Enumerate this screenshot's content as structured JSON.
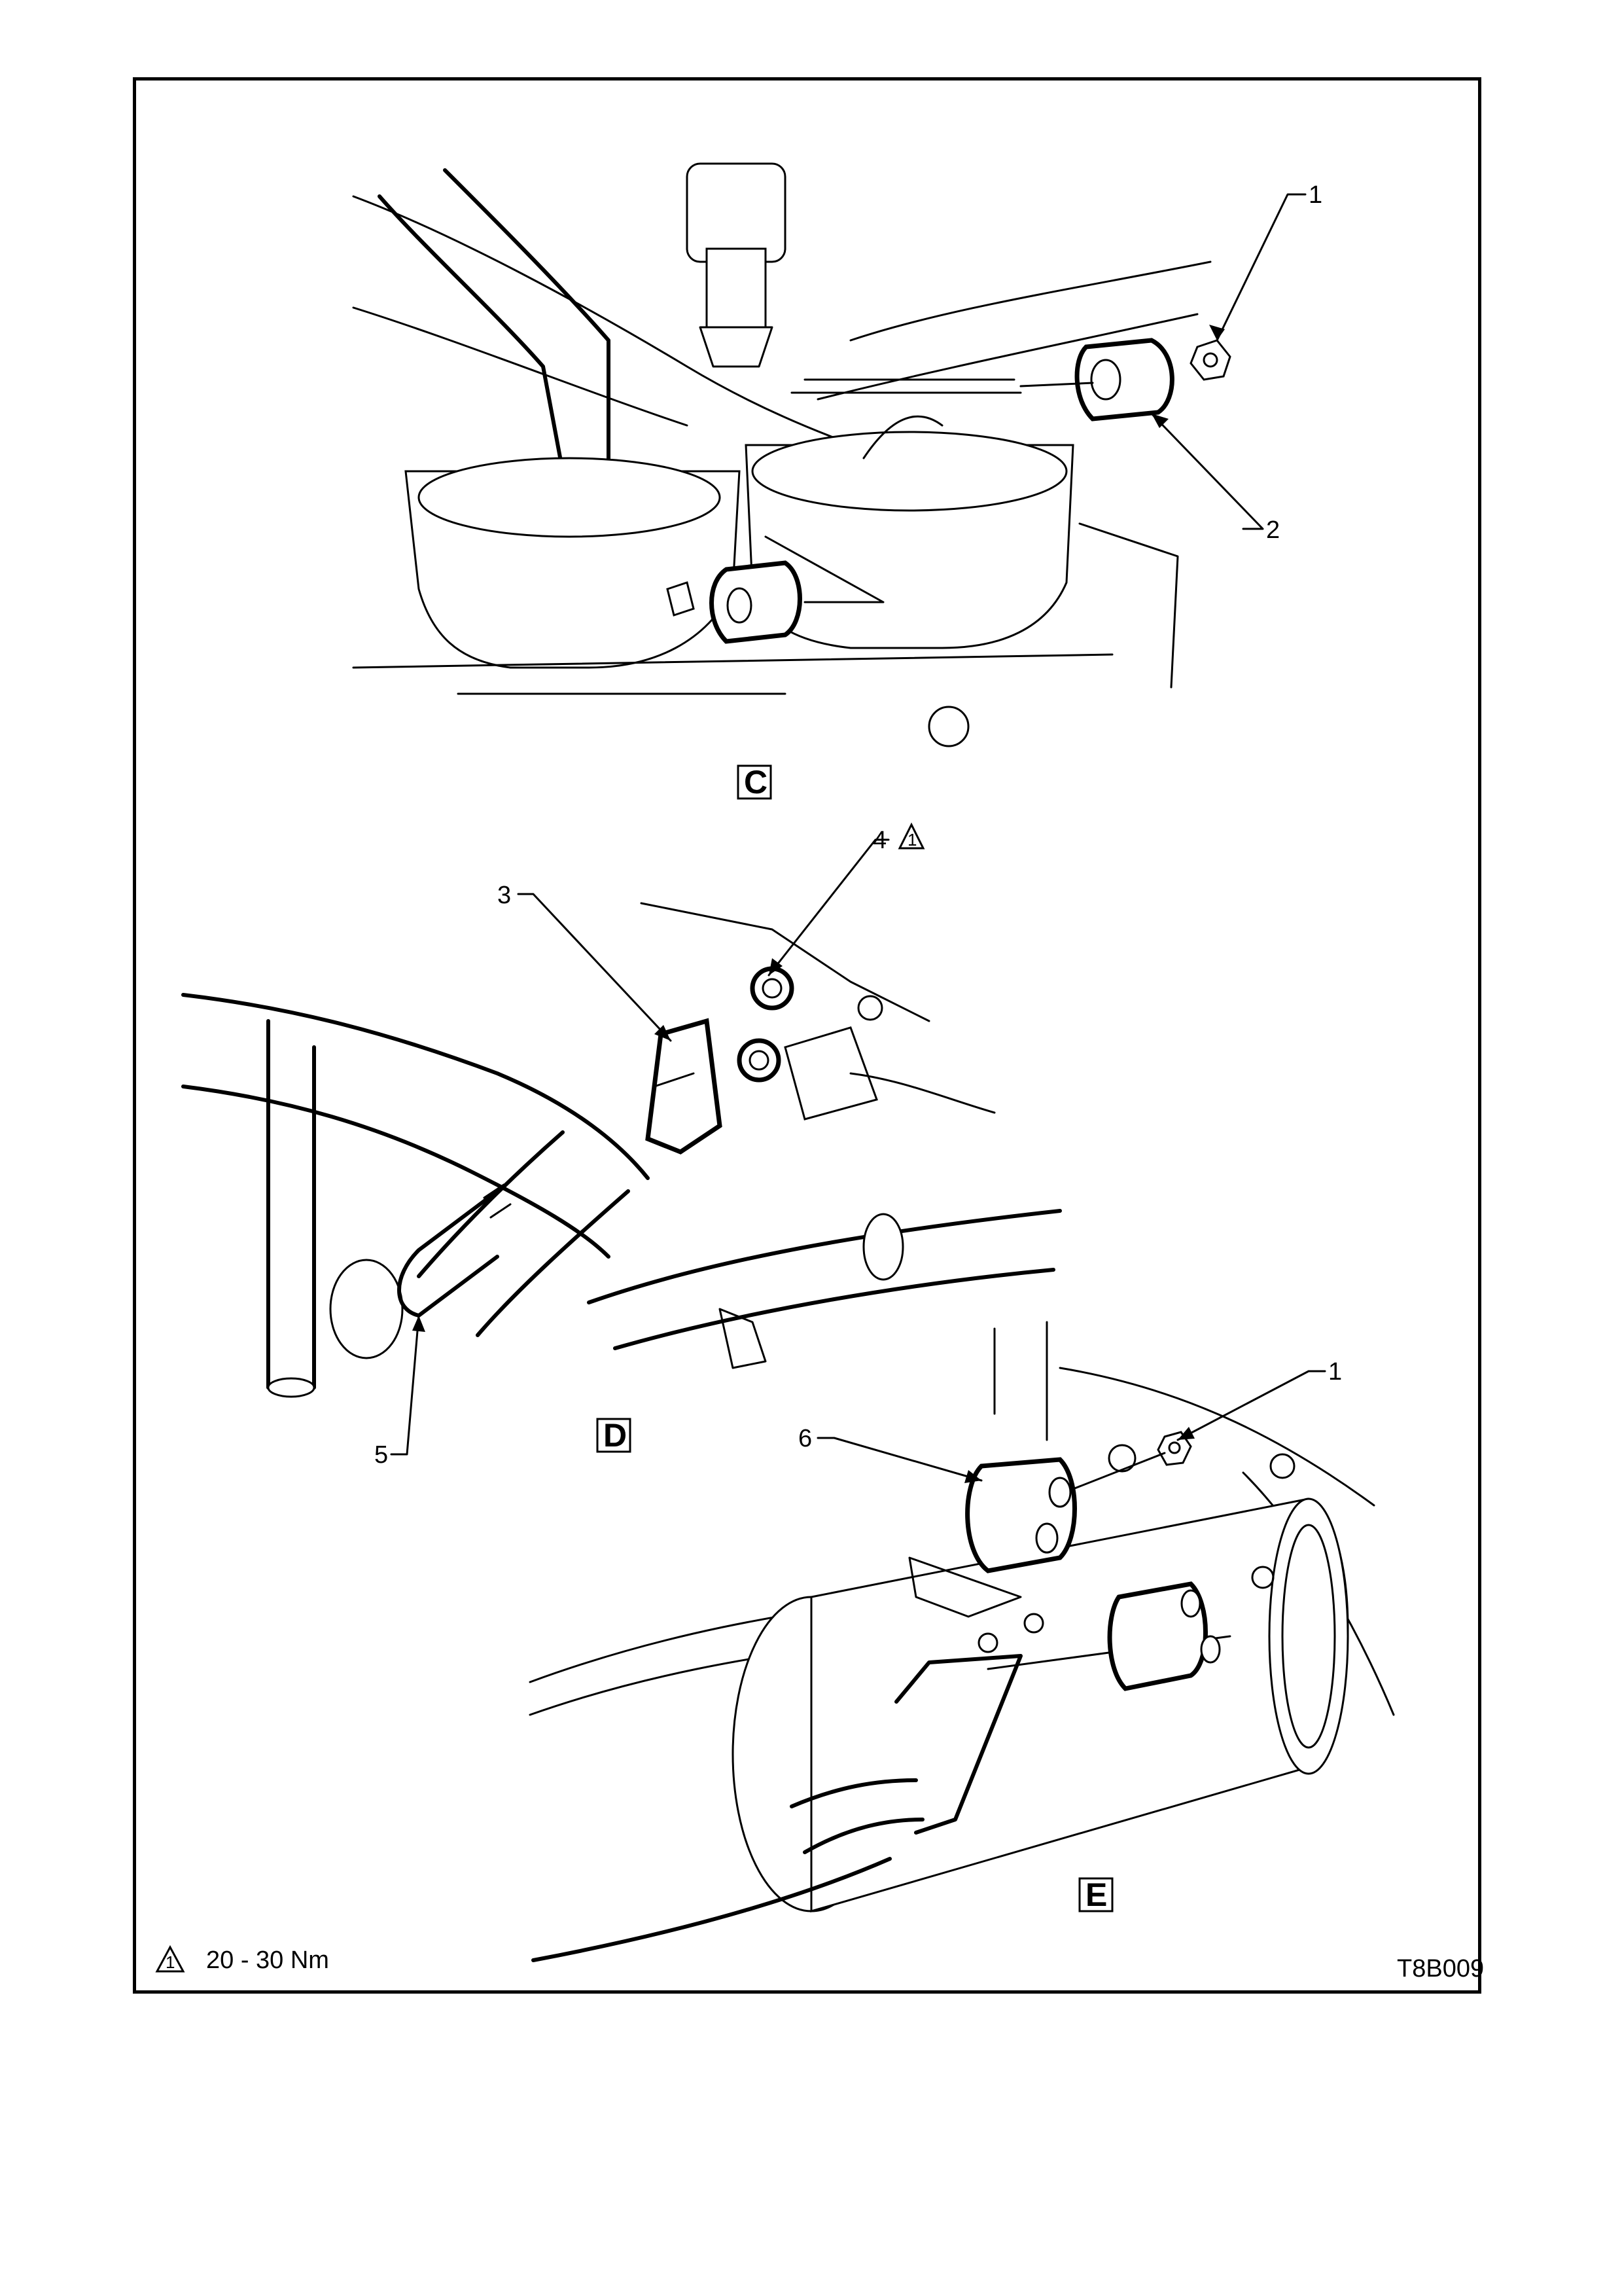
{
  "figure_code": "T8B009",
  "torque_note": {
    "symbol": "1",
    "text": "20 - 30 Nm"
  },
  "views": [
    {
      "letter": "C"
    },
    {
      "letter": "D"
    },
    {
      "letter": "E"
    }
  ],
  "callouts": {
    "c1": "1",
    "c2": "2",
    "d3": "3",
    "d4": "4",
    "d4_symbol": "1",
    "d5": "5",
    "e6": "6",
    "e1": "1"
  }
}
